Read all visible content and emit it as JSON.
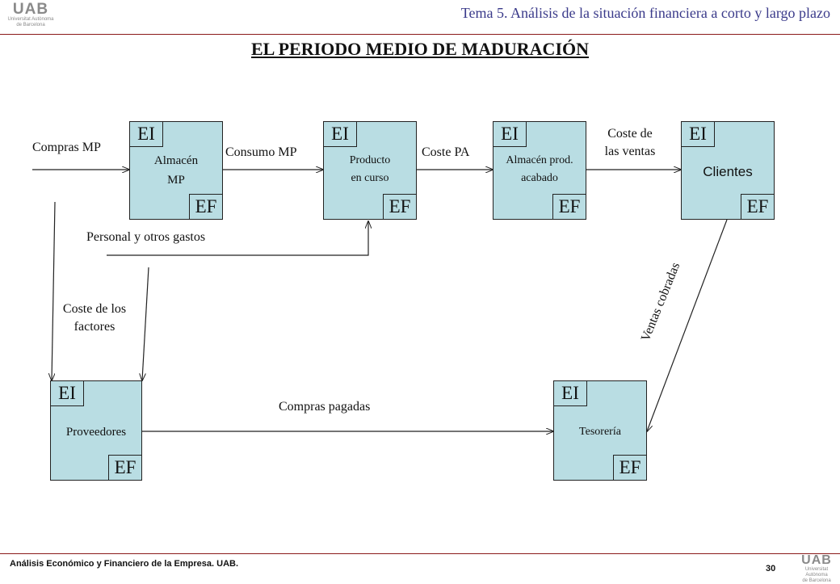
{
  "header": {
    "logo_mark": "UAB",
    "logo_sub": [
      "Universitat Autònoma",
      "de Barcelona"
    ],
    "title": "Tema 5. Análisis de la situación financiera a corto y largo plazo"
  },
  "page_title": "EL PERIODO MEDIO DE MADURACIÓN",
  "boxes": {
    "almacen_mp": {
      "label": [
        "Almacén",
        "MP"
      ],
      "ei": "EI",
      "ef": "EF"
    },
    "producto_curso": {
      "label": [
        "Producto",
        "en curso"
      ],
      "ei": "EI",
      "ef": "EF"
    },
    "almacen_pa": {
      "label": [
        "Almacén prod.",
        "acabado"
      ],
      "ei": "EI",
      "ef": "EF"
    },
    "clientes": {
      "label": "Clientes",
      "ei": "EI",
      "ef": "EF"
    },
    "proveedores": {
      "label": "Proveedores",
      "ei": "EI",
      "ef": "EF"
    },
    "tesoreria": {
      "label": "Tesorería",
      "ei": "EI",
      "ef": "EF"
    }
  },
  "flows": {
    "compras_mp": "Compras MP",
    "consumo_mp": "Consumo MP",
    "coste_pa": "Coste PA",
    "coste_ventas": [
      "Coste de",
      "las ventas"
    ],
    "personal": "Personal y otros gastos",
    "coste_factores": [
      "Coste de los",
      "factores"
    ],
    "ventas_cobradas": "Ventas cobradas",
    "compras_pagadas": "Compras pagadas"
  },
  "footer": {
    "text": "Análisis Económico y Financiero de la Empresa. UAB.",
    "page_number": "30",
    "logo_mark": "UAB",
    "logo_sub": [
      "Universitat Autònoma",
      "de Barcelona"
    ]
  }
}
